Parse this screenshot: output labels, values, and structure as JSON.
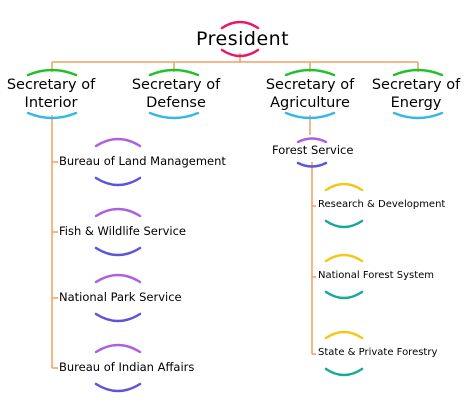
{
  "colors": {
    "line": "#f0a060",
    "magenta": "#e3196b",
    "green": "#22c02a",
    "cyan": "#35b8e8",
    "purple": "#b05ee0",
    "indigo": "#5c55d8",
    "yellow": "#f2c81a",
    "teal": "#1aa89a"
  },
  "president": {
    "label": "President"
  },
  "secretaries": [
    {
      "line1": "Secretary of",
      "line2": "Interior"
    },
    {
      "line1": "Secretary of",
      "line2": "Defense"
    },
    {
      "line1": "Secretary of",
      "line2": "Agriculture"
    },
    {
      "line1": "Secretary of",
      "line2": "Energy"
    }
  ],
  "interior_bureaus": [
    {
      "label": "Bureau of Land Management"
    },
    {
      "label": "Fish & Wildlife Service"
    },
    {
      "label": "National Park Service"
    },
    {
      "label": "Bureau of Indian Affairs"
    }
  ],
  "agriculture_service": {
    "label": "Forest Service"
  },
  "forest_units": [
    {
      "label": "Research & Development"
    },
    {
      "label": "National Forest System"
    },
    {
      "label": "State & Private Forestry"
    }
  ]
}
